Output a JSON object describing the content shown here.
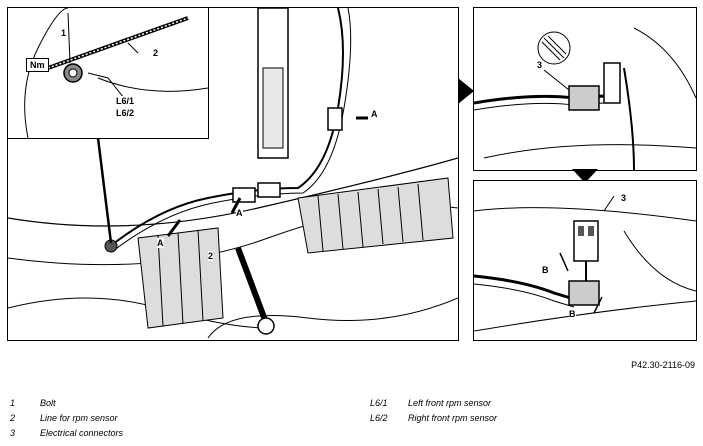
{
  "figure_ref": "P42.30-2116-09",
  "callouts": {
    "nm": "Nm",
    "one": "1",
    "two": "2",
    "two_b": "2",
    "l61": "L6/1",
    "l62": "L6/2",
    "a1": "A",
    "a2": "A",
    "a3": "A",
    "three_top": "3",
    "three_bottom": "3",
    "b1": "B",
    "b2": "B"
  },
  "legend": {
    "left": [
      {
        "key": "1",
        "label": "Bolt"
      },
      {
        "key": "2",
        "label": "Line for rpm sensor"
      },
      {
        "key": "3",
        "label": "Electrical connectors"
      }
    ],
    "right": [
      {
        "key": "L6/1",
        "label": "Left front rpm sensor"
      },
      {
        "key": "L6/2",
        "label": "Right front rpm sensor"
      }
    ]
  }
}
